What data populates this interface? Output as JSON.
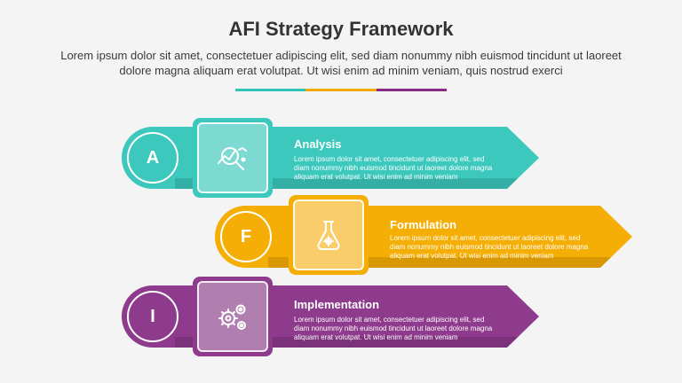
{
  "title": "AFI Strategy Framework",
  "subtitle": "Lorem ipsum dolor sit amet, consectetuer adipiscing elit, sed diam nonummy nibh euismod tincidunt ut laoreet dolore magna aliquam erat volutpat. Ut wisi enim ad minim veniam, quis nostrud exerci",
  "divider_colors": [
    "#2ec4b6",
    "#f4a900",
    "#8a2a83"
  ],
  "steps": [
    {
      "letter": "A",
      "title": "Analysis",
      "description": "Lorem ipsum dolor sit amet, consectetuer adipiscing elit, sed diam nonummy nibh euismod tincidunt ut laoreet dolore magna aliquam erat volutpat. Ut wisi enim ad minim veniam",
      "icon": "search-chart-icon",
      "color": "#3cc8bd",
      "square_color": "#7ddad2"
    },
    {
      "letter": "F",
      "title": "Formulation",
      "description": "Lorem ipsum dolor sit amet, consectetuer adipiscing elit, sed diam nonummy nibh euismod tincidunt ut laoreet dolore magna aliquam erat volutpat. Ut wisi enim ad minim veniam",
      "icon": "flask-icon",
      "color": "#f5ae05",
      "square_color": "#f8cd6a"
    },
    {
      "letter": "I",
      "title": "Implementation",
      "description": "Lorem ipsum dolor sit amet, consectetuer adipiscing elit, sed diam nonummy nibh euismod tincidunt ut laoreet dolore magna aliquam erat volutpat. Ut wisi enim ad minim veniam",
      "icon": "gears-icon",
      "color": "#8e3a8d",
      "square_color": "#b07fb0"
    }
  ]
}
